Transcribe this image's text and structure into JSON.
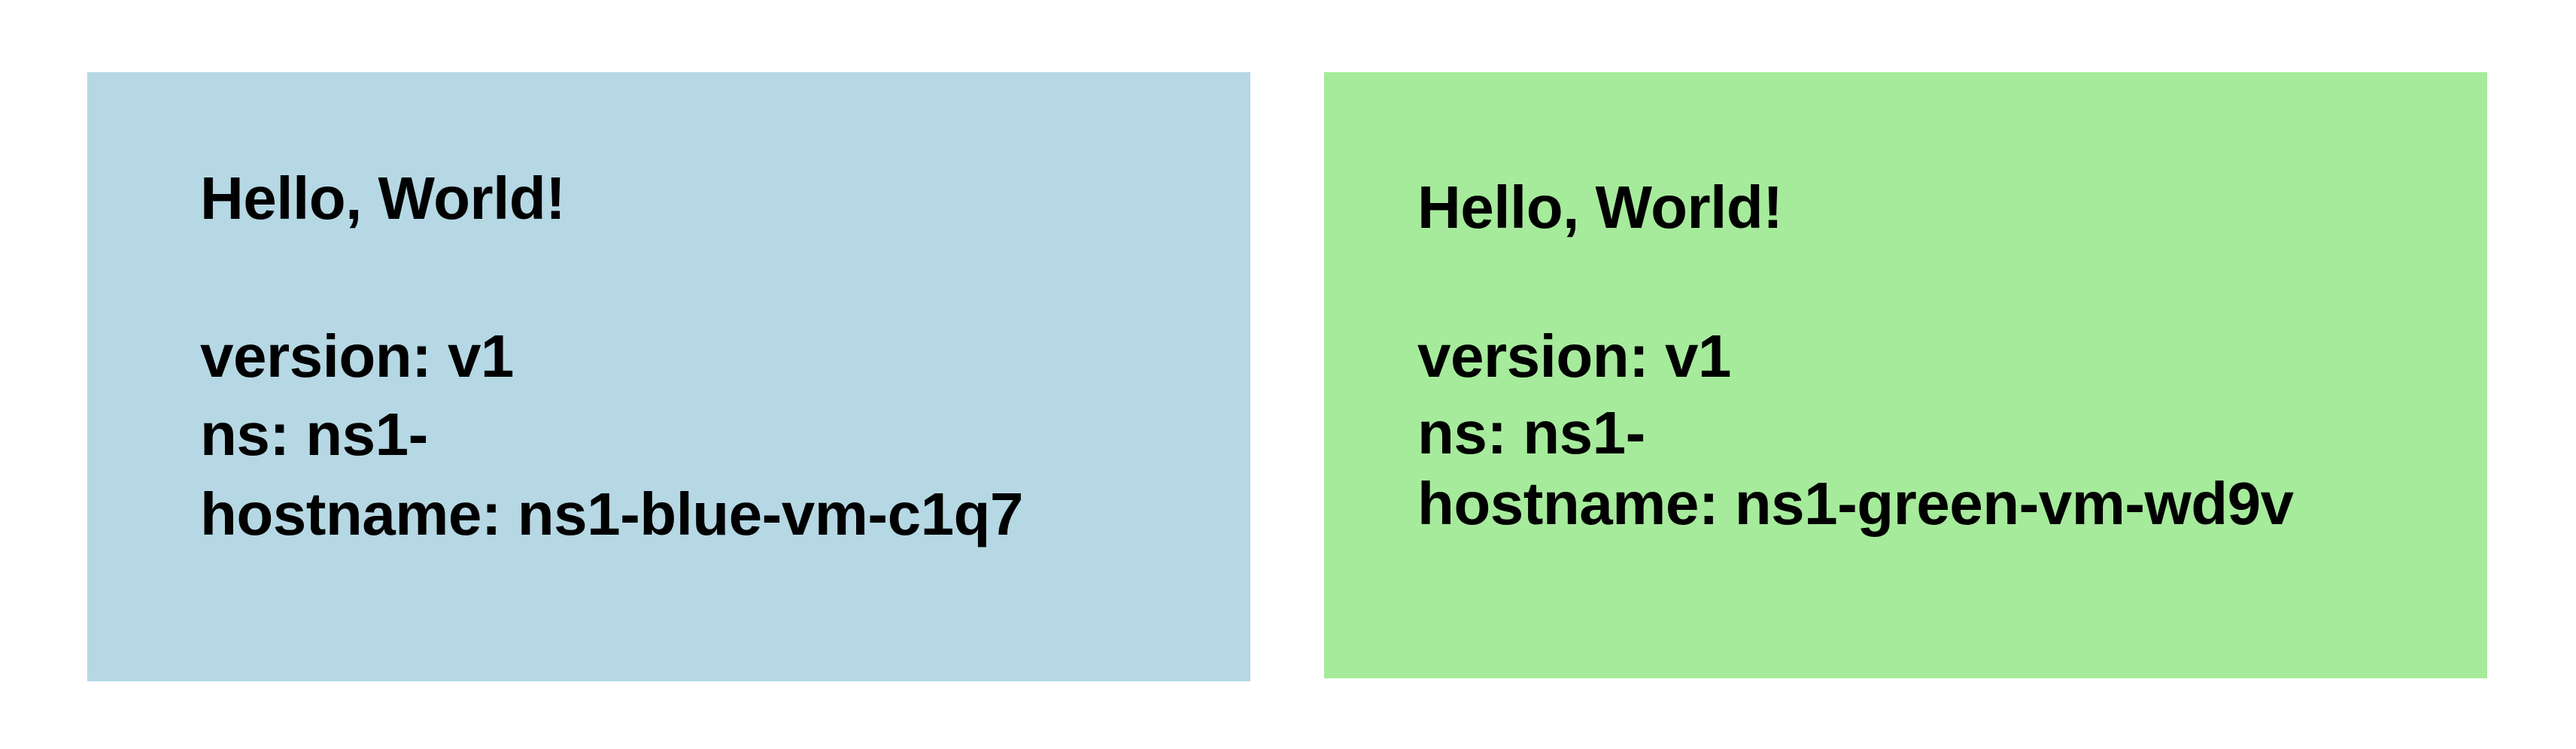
{
  "colors": {
    "blue_panel": "#b5d8e4",
    "green_panel": "#a6eb9b",
    "text": "#000000",
    "background": "#ffffff"
  },
  "panels": [
    {
      "greeting": "Hello, World!",
      "version": "version: v1",
      "ns": "ns: ns1-",
      "hostname": "hostname: ns1-blue-vm-c1q7"
    },
    {
      "greeting": "Hello, World!",
      "version": "version: v1",
      "ns": "ns: ns1-",
      "hostname": "hostname: ns1-green-vm-wd9v"
    }
  ]
}
